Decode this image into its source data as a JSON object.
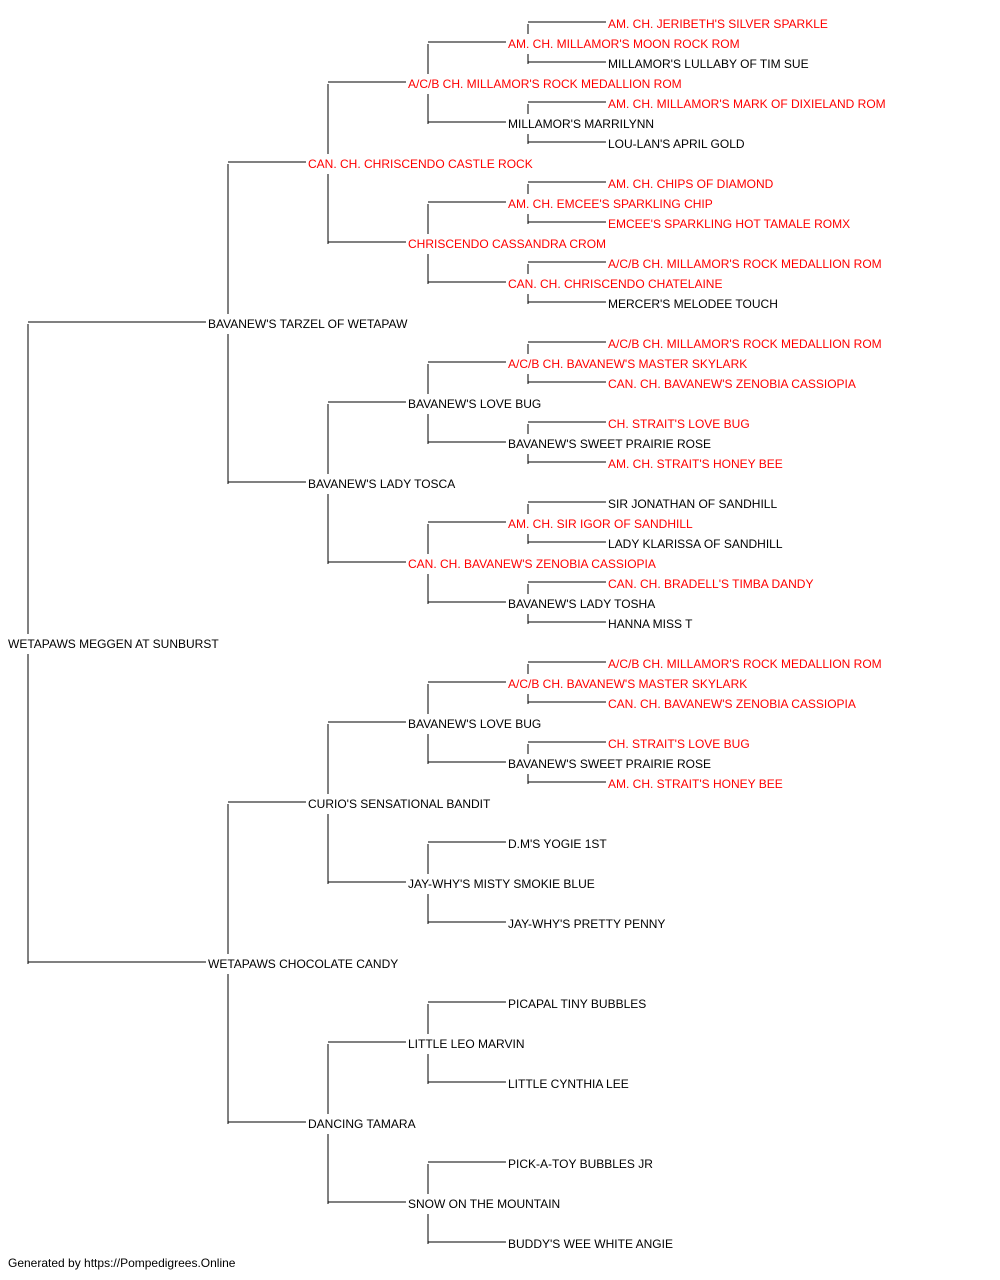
{
  "colors": {
    "champion": "#ff0000",
    "normal": "#000000",
    "line": "#000000"
  },
  "pedigree": [
    {
      "id": "n1",
      "name": "WETAPAWS MEGGEN AT SUNBURST",
      "champion": false
    },
    {
      "id": "n2",
      "name": "BAVANEW'S TARZEL OF WETAPAW",
      "champion": false
    },
    {
      "id": "n3",
      "name": "WETAPAWS CHOCOLATE CANDY",
      "champion": false
    },
    {
      "id": "n4",
      "name": "CAN. CH. CHRISCENDO CASTLE ROCK",
      "champion": true
    },
    {
      "id": "n5",
      "name": "BAVANEW'S LADY TOSCA",
      "champion": false
    },
    {
      "id": "n6",
      "name": "CURIO'S SENSATIONAL BANDIT",
      "champion": false
    },
    {
      "id": "n7",
      "name": "DANCING TAMARA",
      "champion": false
    },
    {
      "id": "n8",
      "name": "A/C/B CH. MILLAMOR'S ROCK MEDALLION ROM",
      "champion": true
    },
    {
      "id": "n9",
      "name": "CHRISCENDO CASSANDRA CROM",
      "champion": true
    },
    {
      "id": "n10",
      "name": "BAVANEW'S LOVE BUG",
      "champion": false
    },
    {
      "id": "n11",
      "name": "CAN. CH. BAVANEW'S ZENOBIA CASSIOPIA",
      "champion": true
    },
    {
      "id": "n12",
      "name": "BAVANEW'S LOVE BUG",
      "champion": false
    },
    {
      "id": "n13",
      "name": "JAY-WHY'S MISTY SMOKIE BLUE",
      "champion": false
    },
    {
      "id": "n14",
      "name": "LITTLE LEO MARVIN",
      "champion": false
    },
    {
      "id": "n15",
      "name": "SNOW ON THE MOUNTAIN",
      "champion": false
    },
    {
      "id": "n16",
      "name": "AM. CH. MILLAMOR'S MOON ROCK ROM",
      "champion": true
    },
    {
      "id": "n17",
      "name": "MILLAMOR'S MARRILYNN",
      "champion": false
    },
    {
      "id": "n18",
      "name": "AM. CH. EMCEE'S SPARKLING CHIP",
      "champion": true
    },
    {
      "id": "n19",
      "name": "CAN. CH. CHRISCENDO CHATELAINE",
      "champion": true
    },
    {
      "id": "n20",
      "name": "A/C/B CH. BAVANEW'S MASTER SKYLARK",
      "champion": true
    },
    {
      "id": "n21",
      "name": "BAVANEW'S SWEET PRAIRIE ROSE",
      "champion": false
    },
    {
      "id": "n22",
      "name": "AM. CH. SIR IGOR OF SANDHILL",
      "champion": true
    },
    {
      "id": "n23",
      "name": "BAVANEW'S LADY TOSHA",
      "champion": false
    },
    {
      "id": "n24",
      "name": "A/C/B CH. BAVANEW'S MASTER SKYLARK",
      "champion": true
    },
    {
      "id": "n25",
      "name": "BAVANEW'S SWEET PRAIRIE ROSE",
      "champion": false
    },
    {
      "id": "n26",
      "name": "D.M'S YOGIE 1ST",
      "champion": false
    },
    {
      "id": "n27",
      "name": "JAY-WHY'S PRETTY PENNY",
      "champion": false
    },
    {
      "id": "n28",
      "name": "PICAPAL TINY BUBBLES",
      "champion": false
    },
    {
      "id": "n29",
      "name": "LITTLE CYNTHIA LEE",
      "champion": false
    },
    {
      "id": "n30",
      "name": "PICK-A-TOY BUBBLES JR",
      "champion": false
    },
    {
      "id": "n31",
      "name": "BUDDY'S WEE WHITE ANGIE",
      "champion": false
    },
    {
      "id": "n32",
      "name": "AM. CH. JERIBETH'S SILVER SPARKLE",
      "champion": true
    },
    {
      "id": "n33",
      "name": "MILLAMOR'S LULLABY OF TIM SUE",
      "champion": false
    },
    {
      "id": "n34",
      "name": "AM. CH. MILLAMOR'S MARK OF DIXIELAND ROM",
      "champion": true
    },
    {
      "id": "n35",
      "name": "LOU-LAN'S APRIL GOLD",
      "champion": false
    },
    {
      "id": "n36",
      "name": "AM. CH. CHIPS OF DIAMOND",
      "champion": true
    },
    {
      "id": "n37",
      "name": "EMCEE'S SPARKLING HOT TAMALE ROMX",
      "champion": true
    },
    {
      "id": "n38",
      "name": "A/C/B CH. MILLAMOR'S ROCK MEDALLION ROM",
      "champion": true
    },
    {
      "id": "n39",
      "name": "MERCER'S MELODEE TOUCH",
      "champion": false
    },
    {
      "id": "n40",
      "name": "A/C/B CH. MILLAMOR'S ROCK MEDALLION ROM",
      "champion": true
    },
    {
      "id": "n41",
      "name": "CAN. CH. BAVANEW'S ZENOBIA CASSIOPIA",
      "champion": true
    },
    {
      "id": "n42",
      "name": "CH. STRAIT'S LOVE BUG",
      "champion": true
    },
    {
      "id": "n43",
      "name": "AM. CH. STRAIT'S HONEY BEE",
      "champion": true
    },
    {
      "id": "n44",
      "name": "SIR JONATHAN OF SANDHILL",
      "champion": false
    },
    {
      "id": "n45",
      "name": "LADY KLARISSA OF SANDHILL",
      "champion": false
    },
    {
      "id": "n46",
      "name": "CAN. CH. BRADELL'S TIMBA DANDY",
      "champion": true
    },
    {
      "id": "n47",
      "name": "HANNA MISS T",
      "champion": false
    },
    {
      "id": "n48",
      "name": "A/C/B CH. MILLAMOR'S ROCK MEDALLION ROM",
      "champion": true
    },
    {
      "id": "n49",
      "name": "CAN. CH. BAVANEW'S ZENOBIA CASSIOPIA",
      "champion": true
    },
    {
      "id": "n50",
      "name": "CH. STRAIT'S LOVE BUG",
      "champion": true
    },
    {
      "id": "n51",
      "name": "AM. CH. STRAIT'S HONEY BEE",
      "champion": true
    }
  ],
  "footer": {
    "text": "Generated by https://Pompedigrees.Online"
  }
}
